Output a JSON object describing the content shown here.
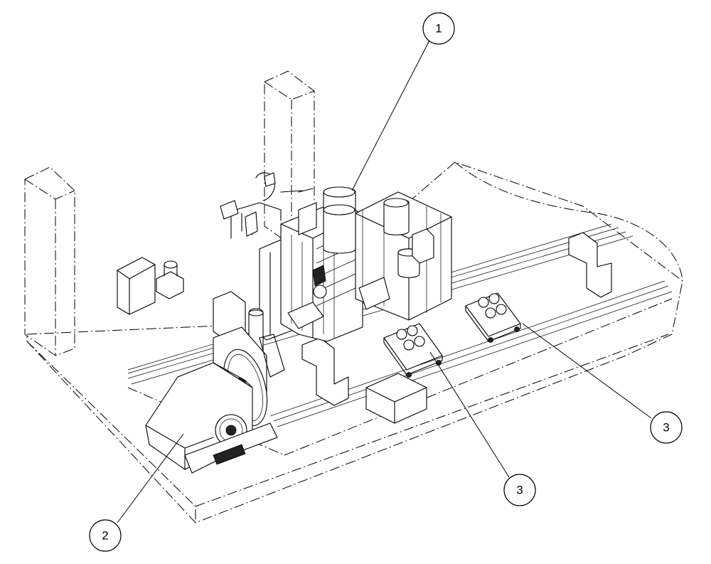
{
  "callouts": [
    {
      "label": "1"
    },
    {
      "label": "2"
    },
    {
      "label": "3"
    },
    {
      "label": "3"
    }
  ]
}
